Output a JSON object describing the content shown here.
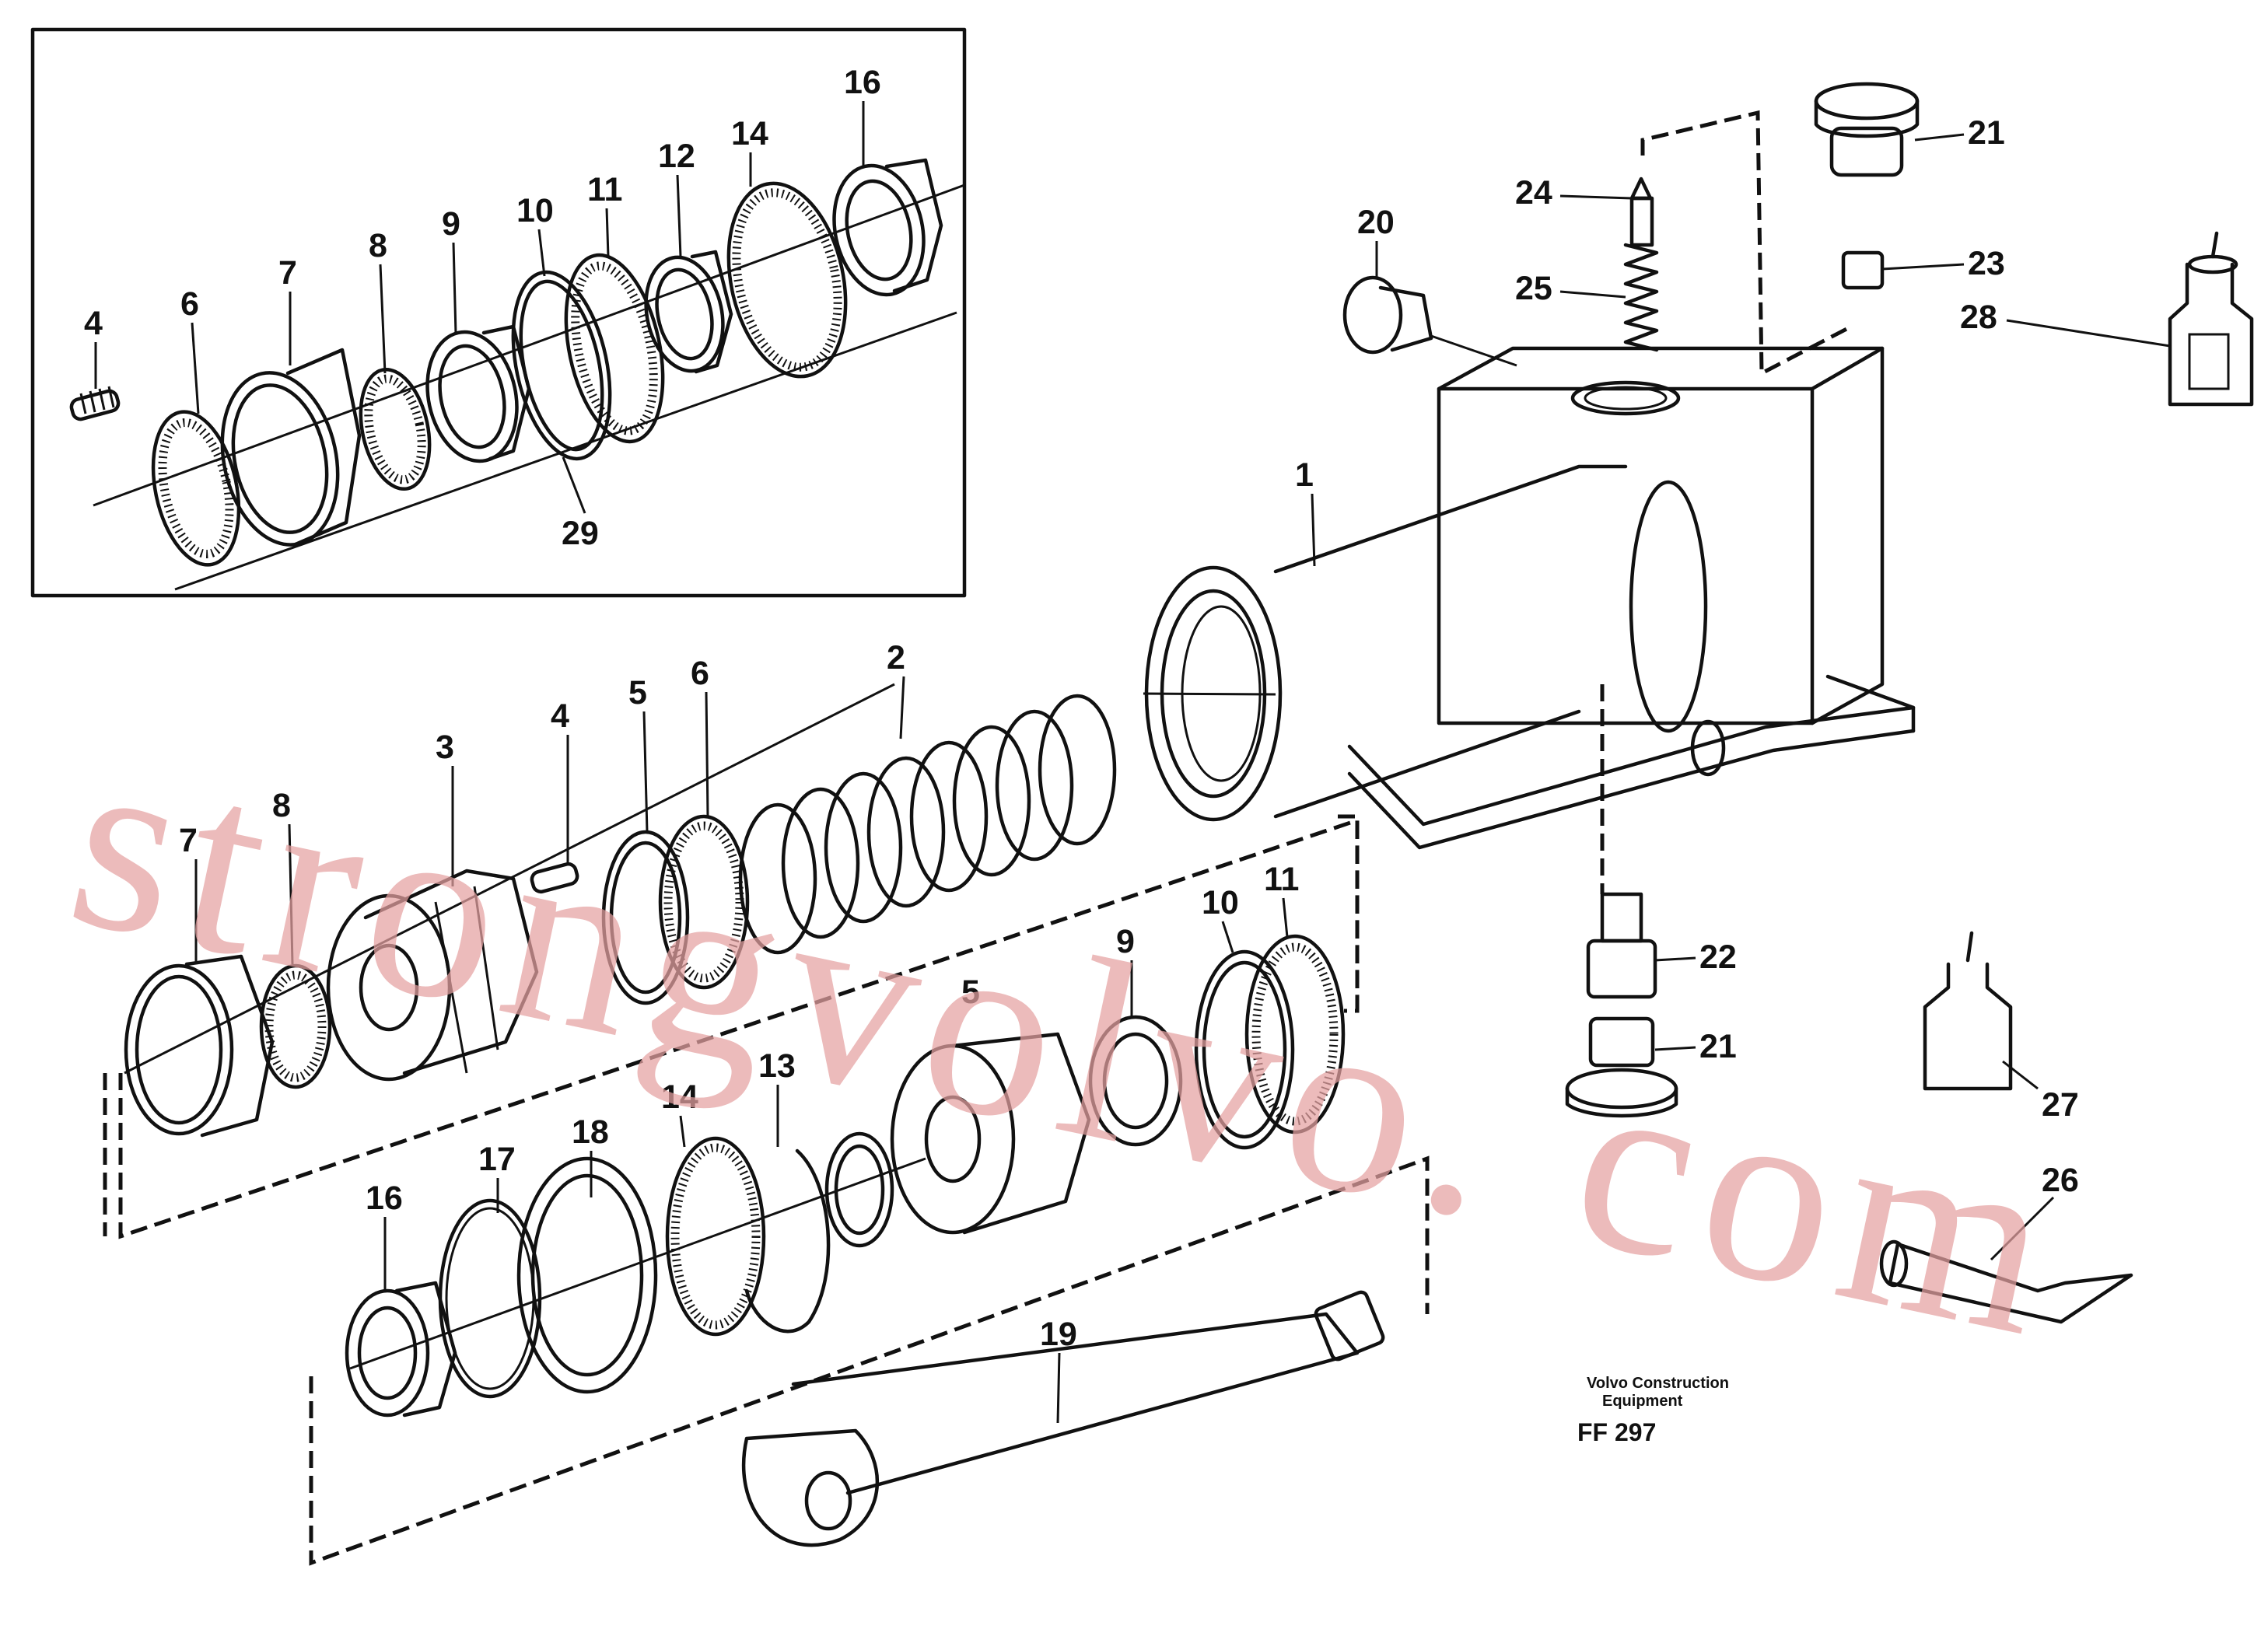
{
  "credit": {
    "line1": "Volvo Construction",
    "line2": "Equipment",
    "code": "FF 297"
  },
  "watermark": "strongvolvo. com",
  "inset_callouts": [
    "4",
    "6",
    "7",
    "8",
    "9",
    "10",
    "11",
    "12",
    "14",
    "16",
    "29"
  ],
  "main_callouts": [
    "1",
    "2",
    "3",
    "4",
    "5",
    "6",
    "7",
    "8",
    "5",
    "9",
    "10",
    "11",
    "13",
    "14",
    "16",
    "17",
    "18",
    "19",
    "20",
    "21",
    "21",
    "22",
    "23",
    "24",
    "25",
    "26",
    "27",
    "28"
  ]
}
